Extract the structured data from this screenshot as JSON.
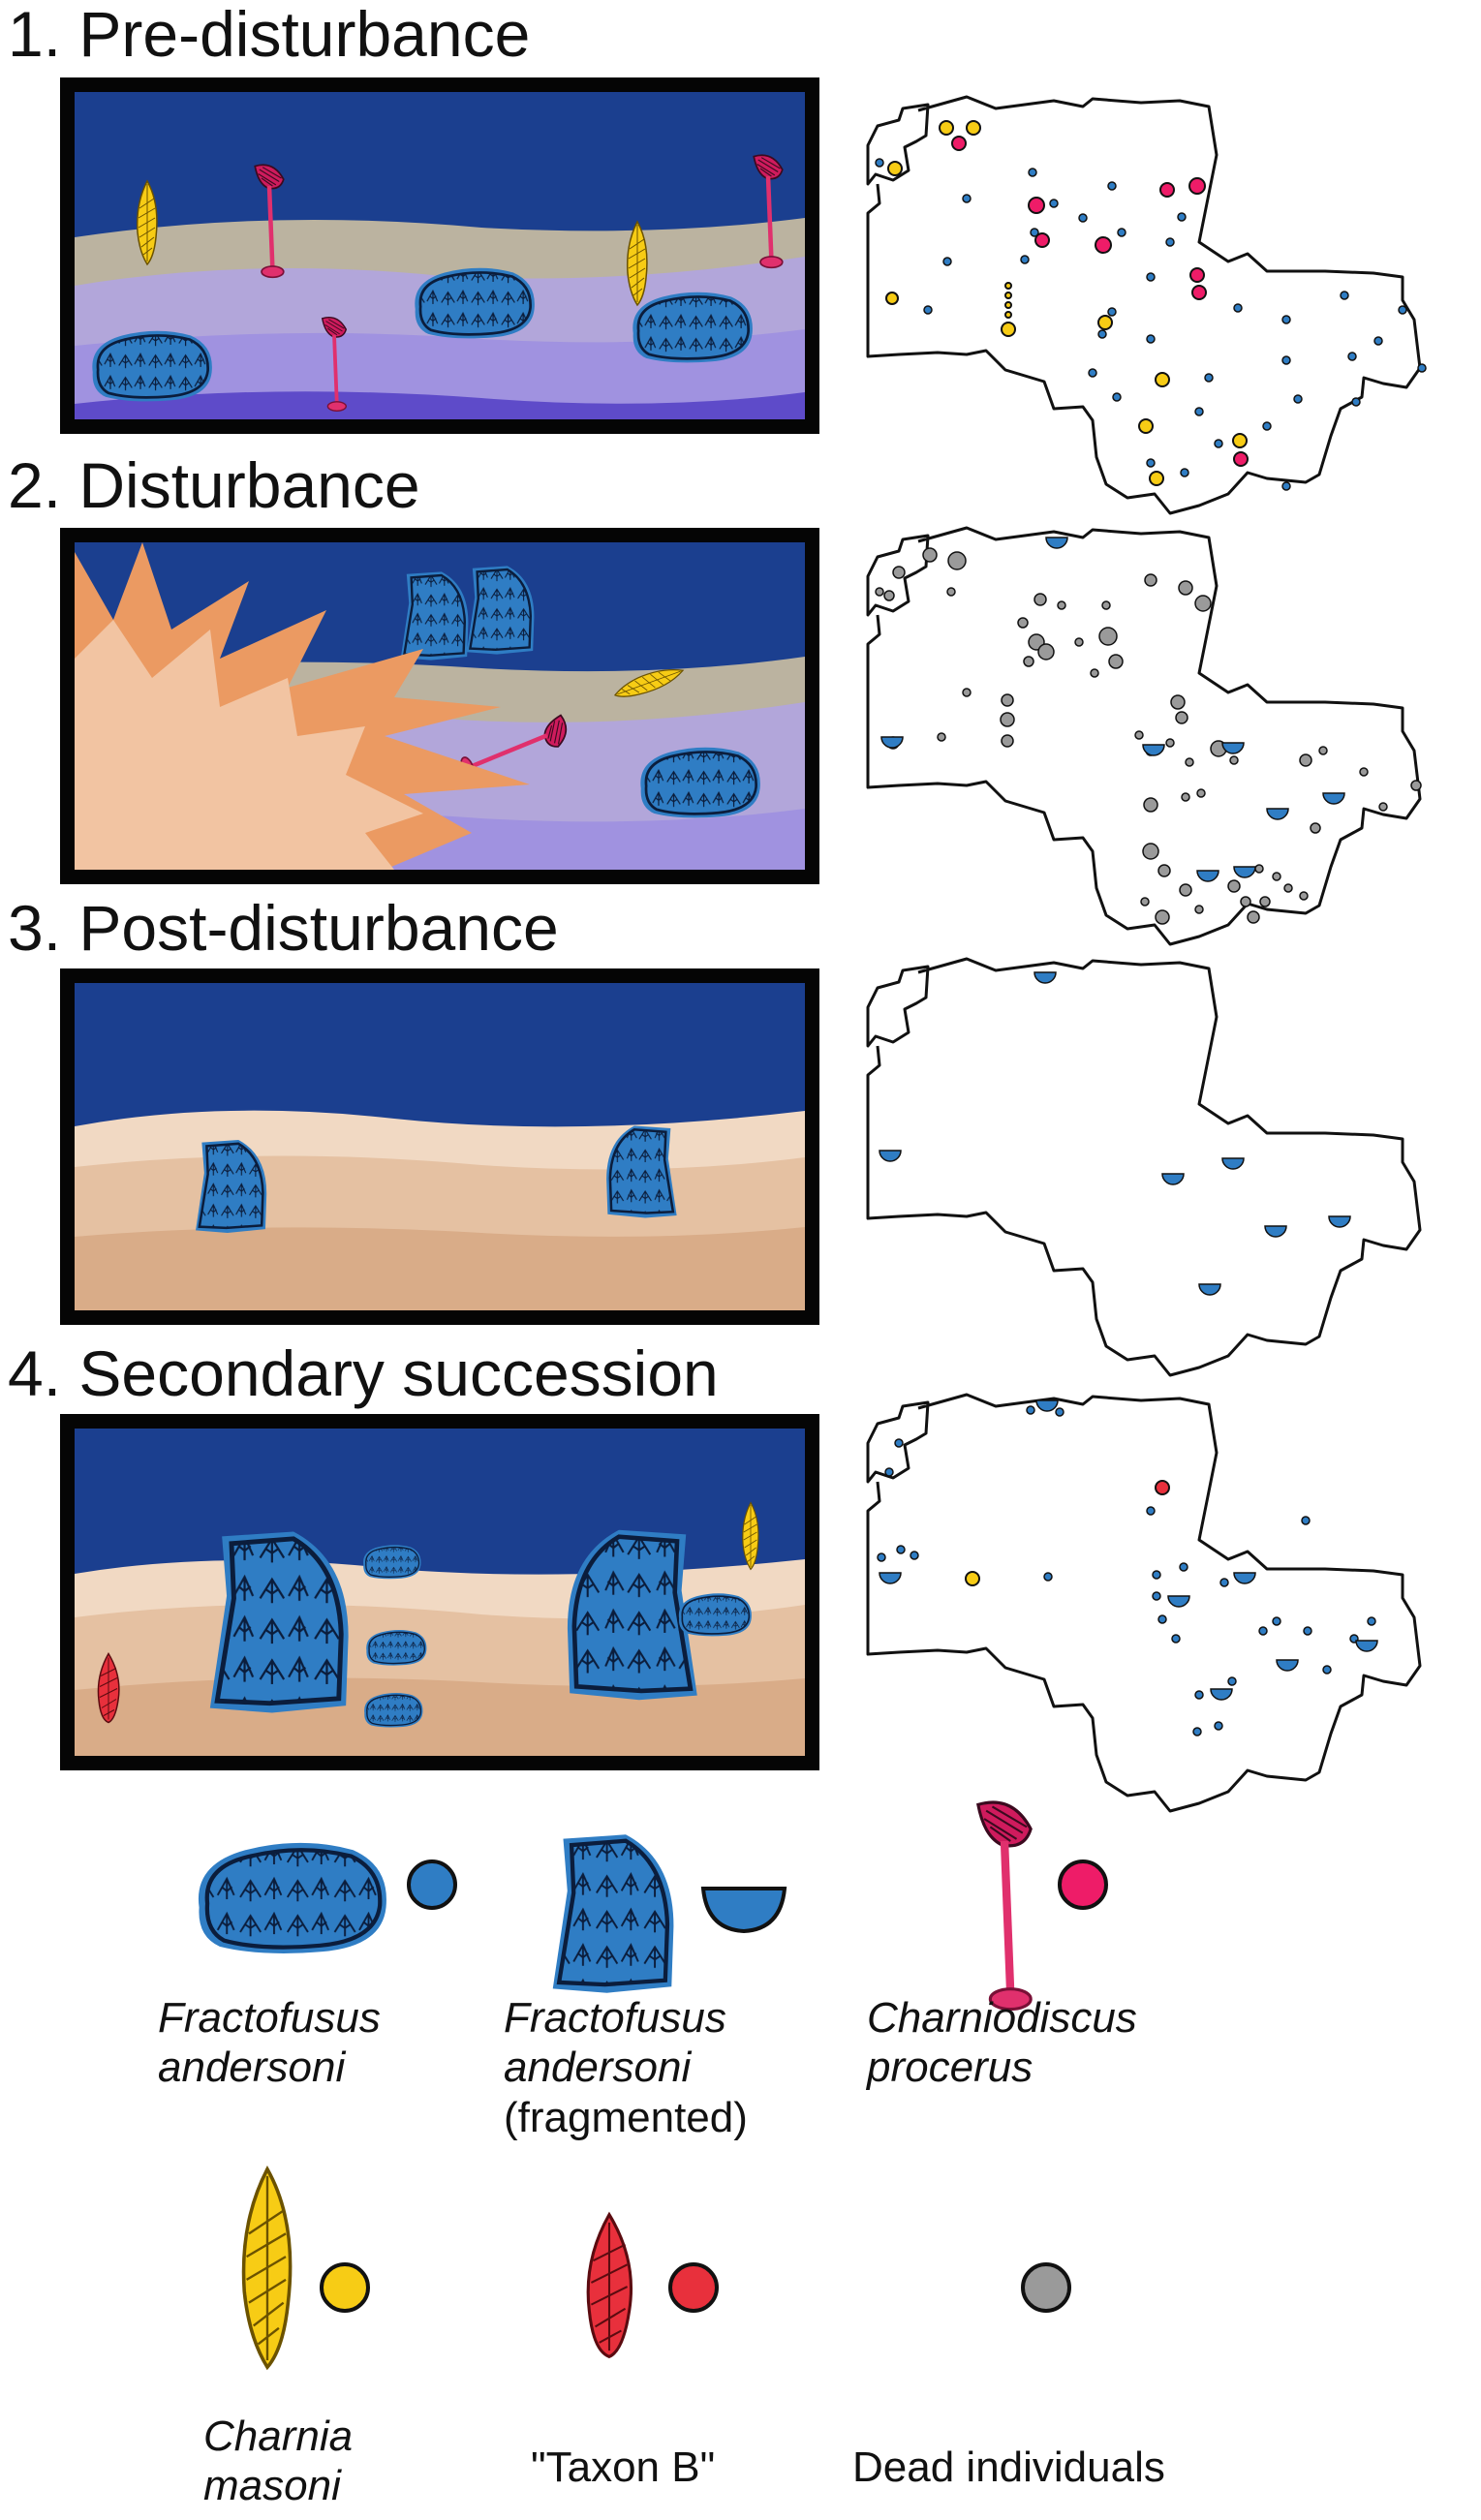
{
  "stages": [
    {
      "number": "1.",
      "title": "Pre-disturbance"
    },
    {
      "number": "2.",
      "title": "Disturbance"
    },
    {
      "number": "3.",
      "title": "Post-disturbance"
    },
    {
      "number": "4.",
      "title": "Secondary succession"
    }
  ],
  "legend": {
    "fractofusus": {
      "line1": "Fractofusus",
      "line2": "andersoni",
      "marker": "circle",
      "color": "#2f7dc4"
    },
    "fractofusus_fragmented": {
      "line1": "Fractofusus",
      "line2": "andersoni",
      "line3": "(fragmented)",
      "marker": "half-circle",
      "color": "#2f7dc4"
    },
    "charniodiscus": {
      "line1": "Charniodiscus",
      "line2": "procerus",
      "marker": "circle",
      "color": "#ee1c68"
    },
    "charnia": {
      "line1": "Charnia",
      "line2": "masoni",
      "marker": "circle",
      "color": "#f7cc15"
    },
    "taxon_b": {
      "label": "\"Taxon B\"",
      "marker": "circle",
      "color": "#e8303c"
    },
    "dead": {
      "label": "Dead individuals",
      "marker": "circle",
      "color": "#9a9a9a"
    }
  },
  "colors": {
    "water": "#1b3f8f",
    "sediment_grey": "#bbb3a0",
    "sediment_lilac": "#b2a6da",
    "sediment_violet": "#a092e0",
    "flow_orange": "#eb9a62",
    "flow_peach": "#f2c4a2",
    "sand_light": "#f1d9c3",
    "sand_mid": "#e5c1a2",
    "sand_dark": "#d9ac88",
    "fractofusus_blue": "#2f7dc4"
  }
}
